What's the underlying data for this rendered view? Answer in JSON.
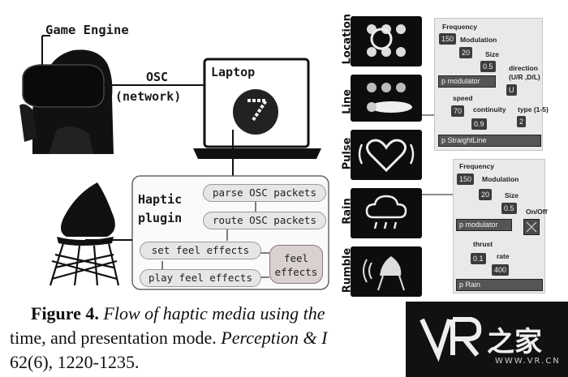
{
  "labels": {
    "game_engine": "Game Engine",
    "osc": "OSC",
    "network": "(network)",
    "laptop": "Laptop",
    "haptic_plugin_line1": "Haptic",
    "haptic_plugin_line2": "plugin",
    "parse": "parse OSC packets",
    "route": "route OSC packets",
    "set": "set feel effects",
    "play": "play feel effects",
    "feel_line1": "feel",
    "feel_line2": "effects"
  },
  "modes": [
    "Location",
    "Line",
    "Pulse",
    "Rain",
    "Rumble"
  ],
  "patch1": {
    "frequency": "Frequency",
    "freq_val": "150",
    "modulation": "Modulation",
    "mod_val": "20",
    "size": "Size",
    "size_val": "0.5",
    "direction": "direction",
    "direction_sub": "(U/R ,D/L)",
    "dir_val": "U",
    "modulator": "p modulator",
    "speed": "speed",
    "speed_val": "70",
    "continuity": "continuity",
    "cont_val": "0.9",
    "type": "type (1-5)",
    "type_val": "2",
    "line_obj": "p StraightLine"
  },
  "patch2": {
    "frequency": "Frequency",
    "freq_val": "150",
    "modulation": "Modulation",
    "mod_val": "20",
    "size": "Size",
    "size_val": "0.5",
    "onoff": "On/Off",
    "modulator": "p modulator",
    "thrust": "thrust",
    "thrust_val": "0.1",
    "rate": "rate",
    "rate_val": "400",
    "rain_obj": "p Rain"
  },
  "caption": {
    "fig": "Figure 4.",
    "line1_rest": "Flow of haptic media using the",
    "line2a": "time, and presentation mode.",
    "line2b": "Perception & I",
    "line3": "62(6), 1220-1235."
  },
  "watermark": {
    "brand": "之家",
    "url": "WWW.VR.CN"
  }
}
